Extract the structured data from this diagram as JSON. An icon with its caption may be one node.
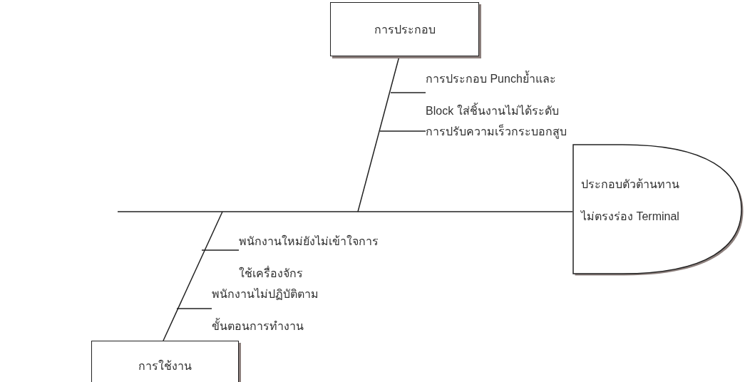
{
  "diagram": {
    "nodes": [
      {
        "text": [
          "การประกอบ"
        ]
      },
      {
        "text": [
          "การใช้งาน"
        ]
      },
      {
        "text": [
          "ประกอบตัวต้านทาน ไม่ตรงร่อง Terminal"
        ]
      },
      {
        "text": [
          "การประกอบ Punchย้ำและ Block ใส่ชิ้นงานไม่ได้ระดับ"
        ]
      },
      {
        "text": [
          "การปรับความเร็วกระบอกสูบ"
        ]
      },
      {
        "text": [
          "พนักงานใหม่ยังไม่เข้าใจการ ใช้เครื่องจักร"
        ]
      },
      {
        "text": [
          "พนักงานไม่ปฏิบัติตาม ขั้นตอนการทำงาน"
        ]
      }
    ],
    "edges": [
      {
        "from": null,
        "to": 2,
        "arrow": "none"
      },
      {
        "from": 0,
        "to": null,
        "arrow": "none"
      },
      {
        "from": 1,
        "to": null,
        "arrow": "none"
      },
      {
        "from": 3,
        "to": null,
        "arrow": "none"
      },
      {
        "from": 4,
        "to": null,
        "arrow": "none"
      },
      {
        "from": 5,
        "to": null,
        "arrow": "none"
      },
      {
        "from": 6,
        "to": null,
        "arrow": "none"
      }
    ]
  }
}
